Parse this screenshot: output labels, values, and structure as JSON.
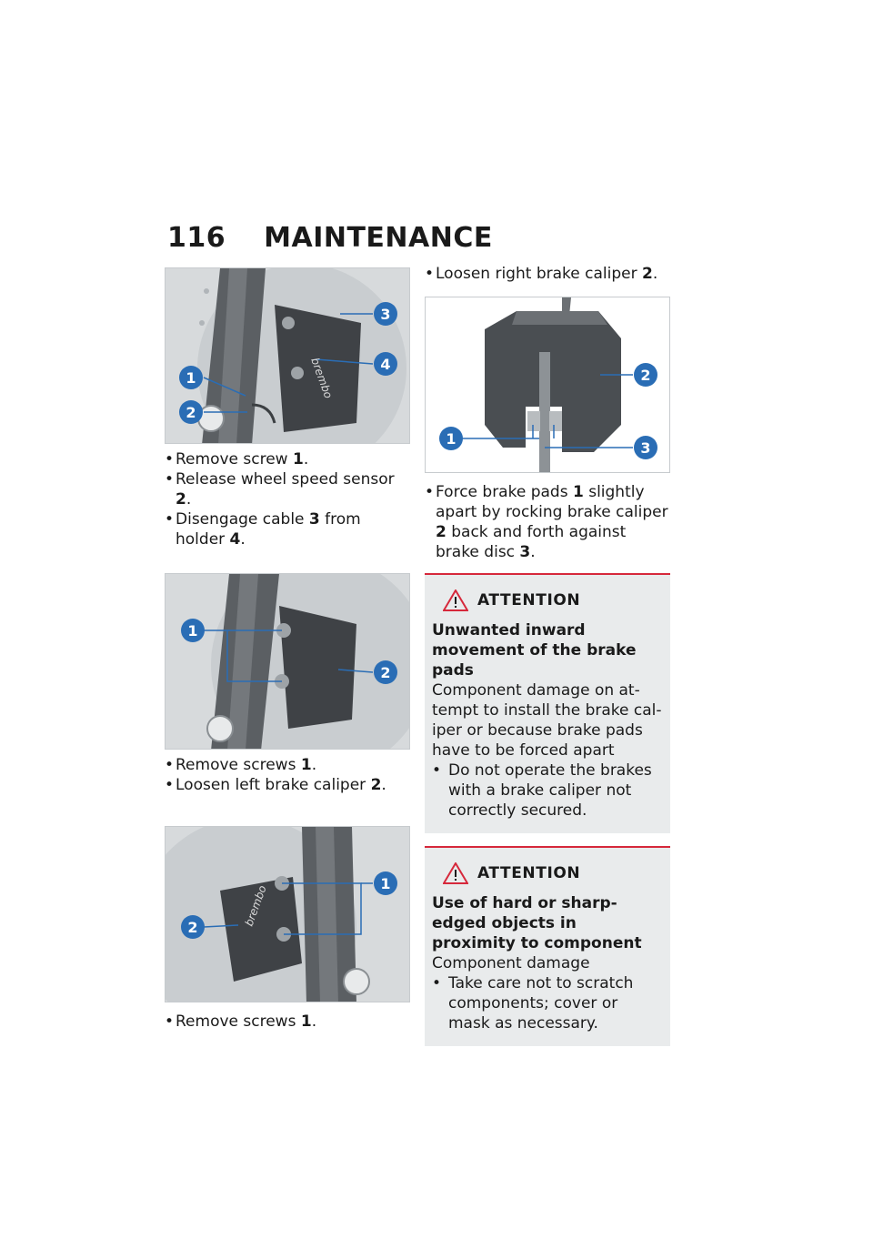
{
  "header": {
    "page_number": "116",
    "section": "MAINTENANCE"
  },
  "icons": {
    "warning": "warning-triangle-icon"
  },
  "colors": {
    "accent": "#d6283b",
    "callout": "#2a6db5",
    "notice_bg": "#e9ebec"
  },
  "left_column": {
    "figure1_callouts": [
      "3",
      "4",
      "1",
      "2"
    ],
    "steps1": [
      {
        "text": "Remove screw ",
        "ref": "1",
        "after": "."
      },
      {
        "text": "Release wheel speed sensor ",
        "ref": "2",
        "after": "."
      },
      {
        "text": "Disengage cable ",
        "ref": "3",
        "mid": " from holder ",
        "ref2": "4",
        "after": "."
      }
    ],
    "figure2_callouts": [
      "1",
      "2"
    ],
    "steps2": [
      {
        "text": "Remove screws ",
        "ref": "1",
        "after": "."
      },
      {
        "text": "Loosen left brake caliper ",
        "ref": "2",
        "after": "."
      }
    ],
    "figure3_callouts": [
      "1",
      "2"
    ],
    "steps3": [
      {
        "text": "Remove screws ",
        "ref": "1",
        "after": "."
      }
    ],
    "brand_on_caliper": "brembo"
  },
  "right_column": {
    "step0": {
      "text": "Loosen right brake caliper ",
      "ref": "2",
      "after": "."
    },
    "figure4_callouts": [
      "2",
      "1",
      "3"
    ],
    "step1": {
      "text": "Force brake pads ",
      "ref": "1",
      "mid": " slightly apart by rocking brake cal­iper ",
      "ref2": "2",
      "mid2": " back and forth against brake disc ",
      "ref3": "3",
      "after": "."
    },
    "notice1": {
      "label": "ATTENTION",
      "title": "Unwanted inward movement of the brake pads",
      "text": "Component damage on at­tempt to install the brake cal­iper or because brake pads have to be forced apart",
      "items": [
        "Do not operate the brakes with a brake caliper not cor­rectly secured."
      ]
    },
    "notice2": {
      "label": "ATTENTION",
      "title": "Use of hard or sharp-edged objects in proximity to com­ponent",
      "text": "Component damage",
      "items": [
        "Take care not to scratch components; cover or mask as necessary."
      ]
    }
  }
}
